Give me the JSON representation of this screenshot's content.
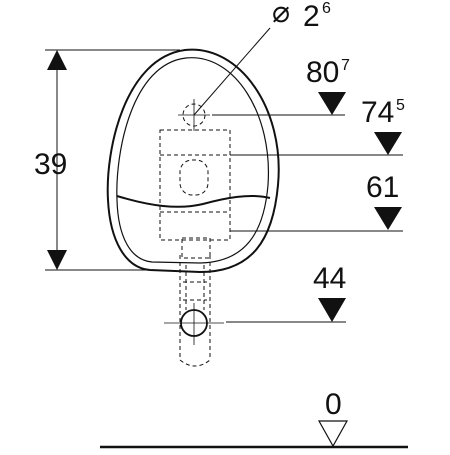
{
  "drawing": {
    "total_height": {
      "value": "39"
    },
    "pipe_diameter": {
      "symbol": "⌀",
      "value": "2",
      "exponent": "6"
    },
    "level_inlet": {
      "value": "80",
      "exponent": "7"
    },
    "level_upper_bracket": {
      "value": "74",
      "exponent": "5"
    },
    "level_lower_bracket": {
      "value": "61"
    },
    "level_outlet": {
      "value": "44"
    },
    "level_floor": {
      "value": "0"
    }
  }
}
